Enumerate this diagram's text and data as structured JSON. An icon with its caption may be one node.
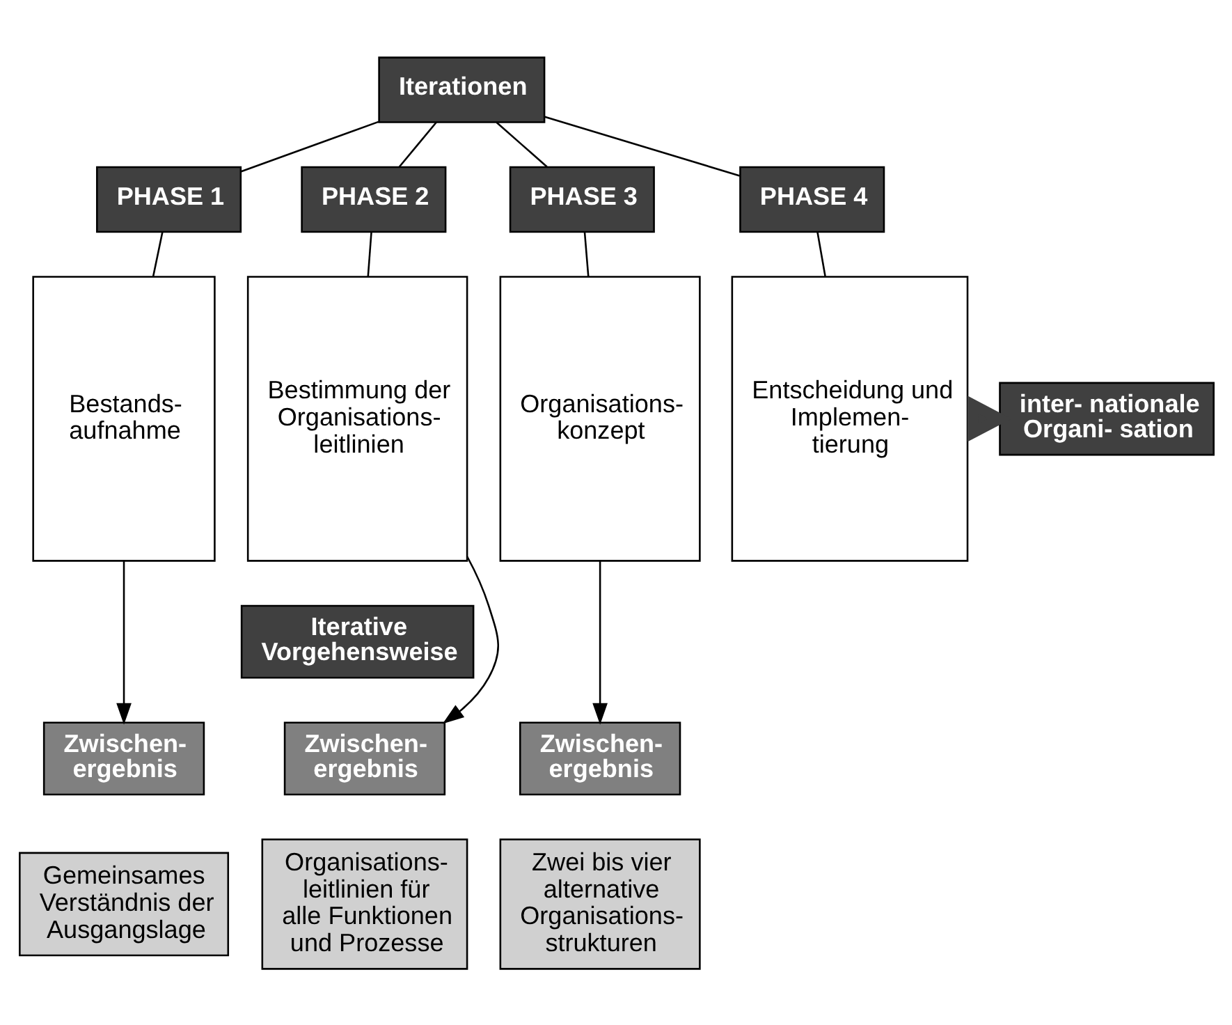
{
  "diagram": {
    "nodes": [
      {
        "text": [
          "Iterationen"
        ]
      },
      {
        "text": [
          "PHASE 1"
        ]
      },
      {
        "text": [
          "PHASE 2"
        ]
      },
      {
        "text": [
          "PHASE 3"
        ]
      },
      {
        "text": [
          "PHASE 4"
        ]
      },
      {
        "text": [
          "Bestands- aufnahme"
        ]
      },
      {
        "text": [
          "Bestimmung der Organisations- leitlinien"
        ]
      },
      {
        "text": [
          "Organisations- konzept"
        ]
      },
      {
        "text": [
          "Entscheidung und Implemen- tierung"
        ]
      },
      {
        "text": [
          "inter- nationale Organi- sation"
        ]
      },
      {
        "text": [
          "Iterative Vorgehensweise"
        ]
      },
      {
        "text": [
          "Zwischen- ergebnis"
        ]
      },
      {
        "text": [
          "Gemeinsames Verständnis der Ausgangslage"
        ]
      },
      {
        "text": [
          "Zwischen- ergebnis"
        ]
      },
      {
        "text": [
          "Organisations- leitlinien für alle Funktionen und Prozesse"
        ]
      },
      {
        "text": [
          "Zwischen- ergebnis"
        ]
      },
      {
        "text": [
          "Zwei bis vier alternative Organisations- strukturen"
        ]
      }
    ],
    "edges": [
      {
        "from": 0,
        "to": 1,
        "arrow": "none"
      },
      {
        "from": 0,
        "to": 2,
        "arrow": "none"
      },
      {
        "from": 0,
        "to": 3,
        "arrow": "none"
      },
      {
        "from": 0,
        "to": 4,
        "arrow": "none"
      },
      {
        "from": 1,
        "to": 5,
        "arrow": "none"
      },
      {
        "from": 2,
        "to": 6,
        "arrow": "none"
      },
      {
        "from": 3,
        "to": 7,
        "arrow": "none"
      },
      {
        "from": 4,
        "to": 8,
        "arrow": "none"
      },
      {
        "from": 5,
        "to": 11,
        "arrow": "to"
      },
      {
        "from": 6,
        "to": 13,
        "arrow": "to"
      },
      {
        "from": 7,
        "to": 15,
        "arrow": "to"
      },
      {
        "from": 8,
        "to": 9,
        "arrow": "to",
        "style": "thick",
        "color": "#404040"
      }
    ]
  }
}
